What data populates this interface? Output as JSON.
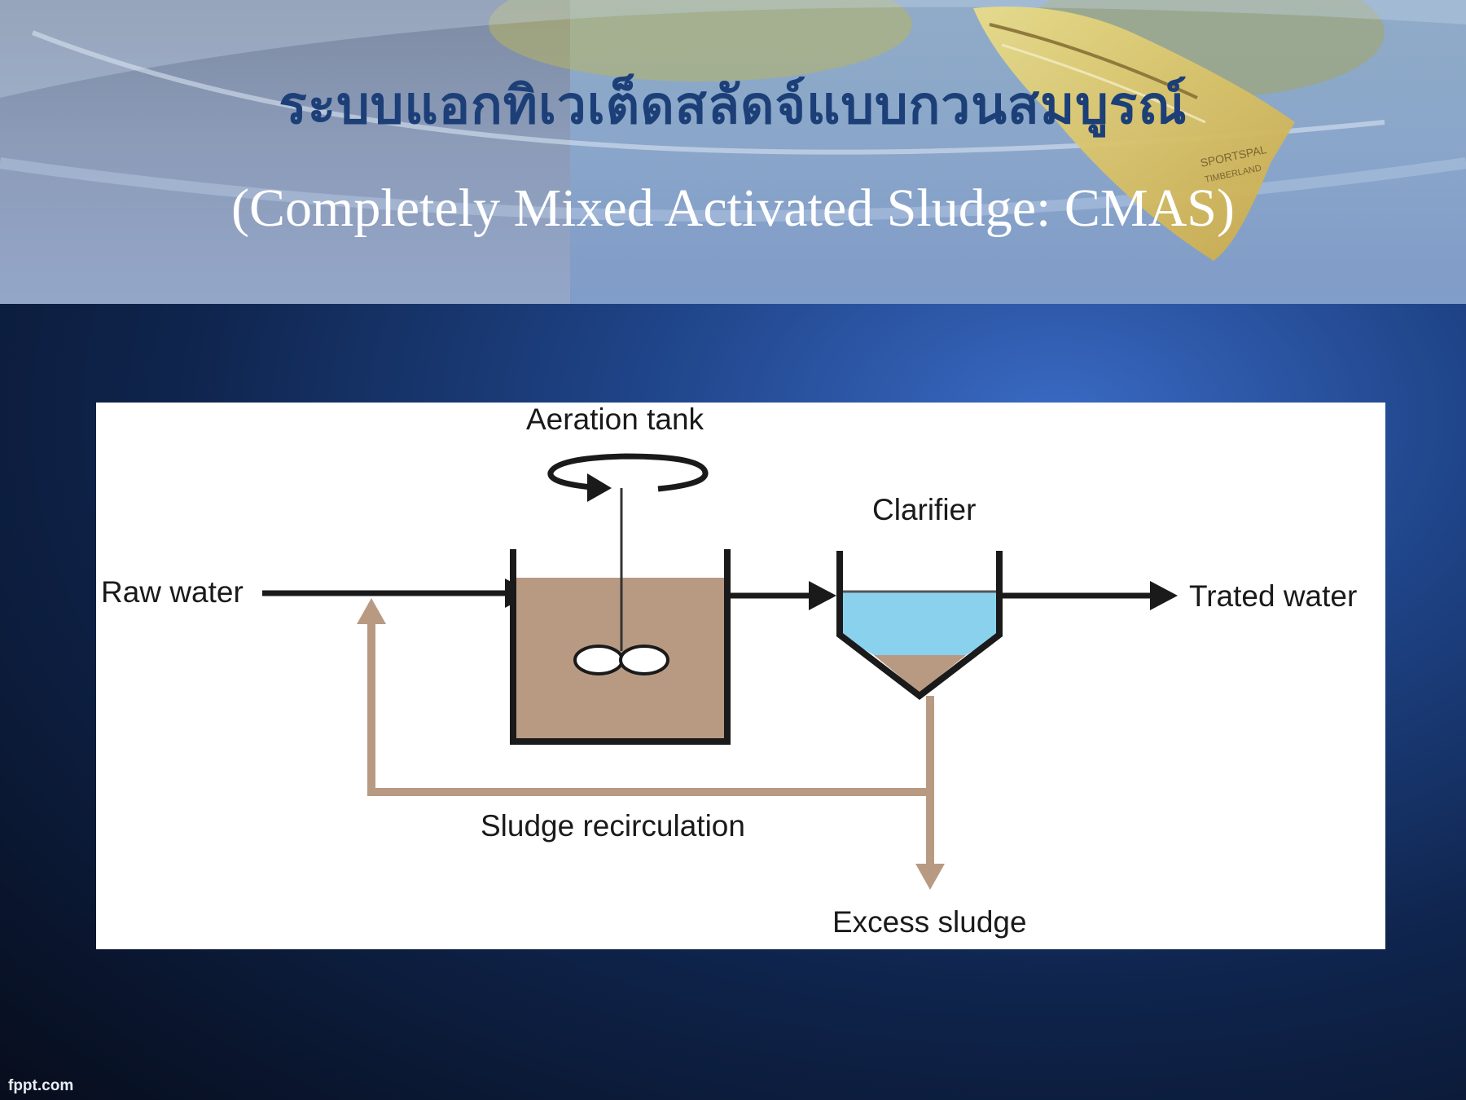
{
  "slide": {
    "title_thai": "ระบบแอกทิเวเต็ดสลัดจ์แบบกวนสมบูรณ์",
    "title_english": "(Completely Mixed Activated Sludge: CMAS)",
    "footer": "fppt.com",
    "canoe_text_1": "SPORTSPAL",
    "canoe_text_2": "TIMBERLAND"
  },
  "diagram": {
    "labels": {
      "aeration_tank": "Aeration tank",
      "clarifier": "Clarifier",
      "raw_water": "Raw water",
      "treated_water": "Trated water",
      "sludge_recirculation": "Sludge recirculation",
      "excess_sludge": "Excess sludge"
    }
  },
  "colors": {
    "title_thai": "#1c3f78",
    "title_english": "#ffffff",
    "sludge": "#b89a83",
    "water": "#8ad1ee",
    "line": "#1a1a1a"
  }
}
